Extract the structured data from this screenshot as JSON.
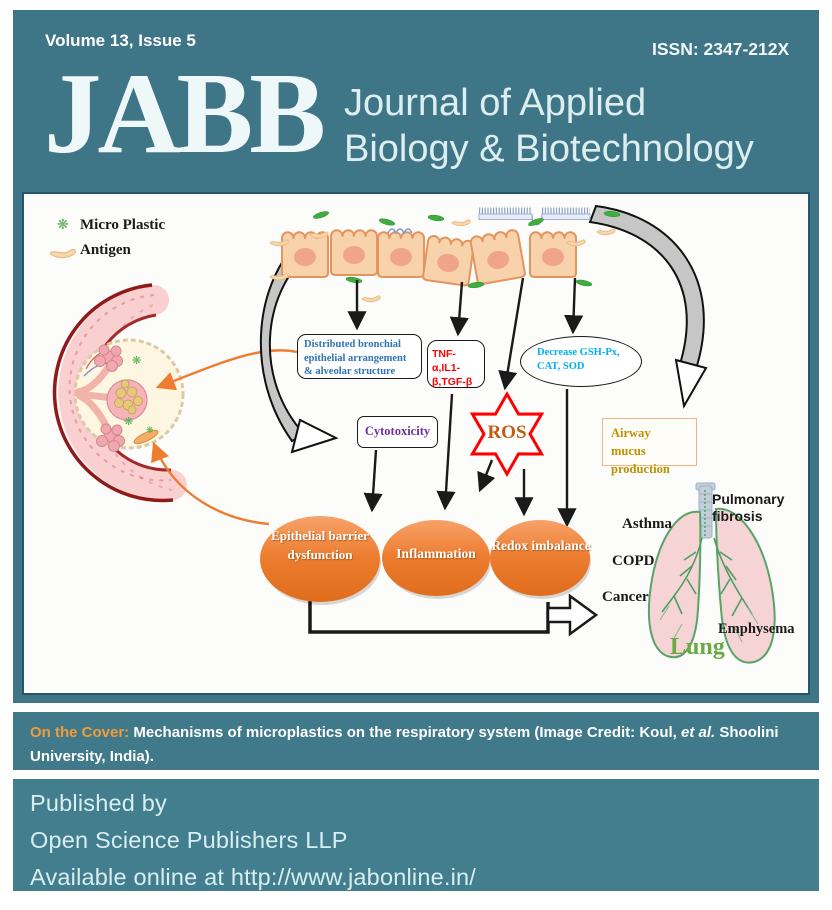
{
  "header": {
    "volume": "Volume 13, Issue 5",
    "issn": "ISSN: 2347-212X",
    "logo": "JABB",
    "journal_line1": "Journal of Applied",
    "journal_line2": "Biology & Biotechnology"
  },
  "diagram": {
    "legend": {
      "microplastic_label": "Micro Plastic",
      "antigen_label": "Antigen"
    },
    "boxes": {
      "distributed_label": "Distributed bronchial epithelial arrangement & alveolar structure",
      "tnf_label": "TNF-α,IL1-β,TGF-β",
      "gsh_label": "Decrease GSH-Px, CAT, SOD",
      "cytotoxicity_label": "Cytotoxicity",
      "ros_label": "ROS",
      "airway_label": "Airway mucus production"
    },
    "outcome_ellipses": {
      "epithelial_label": "Epithelial barrier dysfunction",
      "inflammation_label": "Inflammation",
      "redox_label": "Redox imbalance"
    },
    "lung": {
      "pulmonary_fibrosis": "Pulmonary fibrosis",
      "asthma": "Asthma",
      "copd": "COPD",
      "cancer": "Cancer",
      "emphysema": "Emphysema",
      "lung": "Lung"
    }
  },
  "cover_note": {
    "label": "On the Cover:",
    "text": " Mechanisms of microplastics on the respiratory system (Image Credit:  Koul, ",
    "italic_text": "et al.",
    "text_end": " Shoolini University, India)."
  },
  "footer": {
    "published_by": "Published by",
    "publisher": "Open Science Publishers LLP",
    "available_prefix": "Available online at ",
    "url": "http://www.jabonline.in/"
  },
  "colors": {
    "teal": "#3e7587",
    "accent_orange": "#ed7d31",
    "cover_label_orange": "#f09c3a",
    "ros_red": "#ff0000",
    "box_blue": "#2e74b5",
    "box_cyan": "#00b0f0",
    "box_purple": "#7030a0",
    "airway_gold": "#bf9000",
    "lung_green": "#6aaa43"
  }
}
